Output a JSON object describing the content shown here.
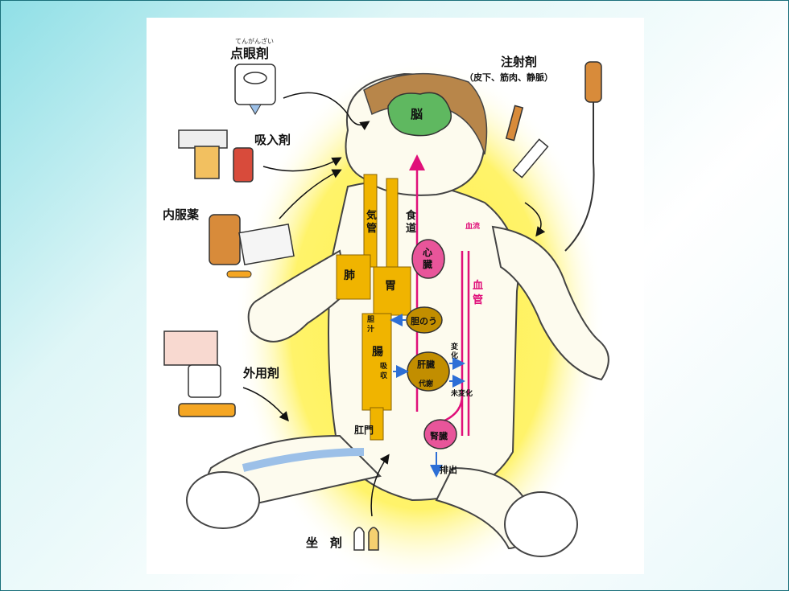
{
  "labels": {
    "eye_drops": "点眼剤",
    "eye_drops_reading": "てんがんざい",
    "inhalant": "吸入剤",
    "oral": "内服薬",
    "injection": "注射剤",
    "injection_sub": "（皮下、筋肉、静脈）",
    "external": "外用剤",
    "suppository": "坐　剤",
    "brain": "脳",
    "trachea_1": "気",
    "trachea_2": "管",
    "esophagus_1": "食",
    "esophagus_2": "道",
    "lung": "肺",
    "stomach": "胃",
    "heart_1": "心",
    "heart_2": "臓",
    "blood_vessel_1": "血",
    "blood_vessel_2": "管",
    "bile_1": "胆",
    "bile_2": "汁",
    "gallbladder": "胆のう",
    "intestine": "腸",
    "absorption_1": "吸",
    "absorption_2": "収",
    "liver": "肝臓",
    "metabolism": "代謝",
    "change_1": "変",
    "change_2": "化",
    "unchanged": "未変化",
    "anus": "肛門",
    "kidney": "腎臓",
    "excretion": "排出",
    "blood_flow_small": "血流"
  },
  "colors": {
    "organ_yellow": "#f0b400",
    "brain_green": "#5fb860",
    "heart_pink": "#e8559a",
    "vessel_red": "#e0107a",
    "glow_yellow": "#fff14a",
    "arrow_blue": "#2d6fd6"
  }
}
